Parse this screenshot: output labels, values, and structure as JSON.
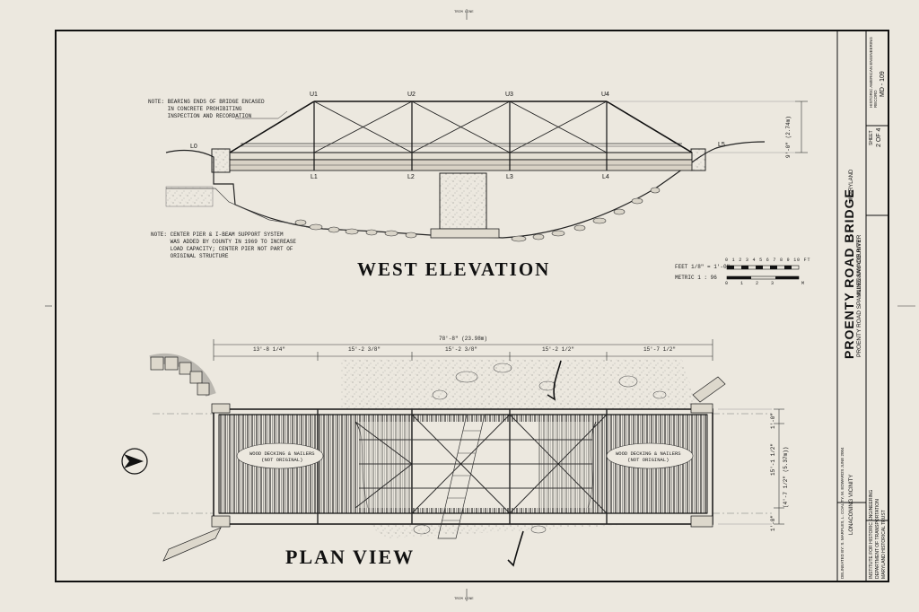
{
  "sheet": {
    "trim_line_top": "TRIM LINE",
    "trim_line_bottom": "TRIM LINE"
  },
  "elevation": {
    "title": "WEST ELEVATION",
    "note_bearing": "NOTE: BEARING ENDS OF BRIDGE ENCASED\n      IN CONCRETE PROHIBITING\n      INSPECTION AND RECORDATION",
    "note_pier": "NOTE: CENTER PIER & I-BEAM SUPPORT SYSTEM\n      WAS ADDED BY COUNTY IN 1969 TO INCREASE\n      LOAD CAPACITY; CENTER PIER NOT PART OF\n      ORIGINAL STRUCTURE",
    "nodes_top": [
      "U1",
      "U2",
      "U3",
      "U4"
    ],
    "nodes_bottom": [
      "L1",
      "L2",
      "L3",
      "L4"
    ],
    "end_left": "L0",
    "end_right": "L5",
    "height_dim": "9'-0\" (2.74m)"
  },
  "scale": {
    "feet_label": "FEET  1/8\" = 1'-0\"",
    "metric_label": "METRIC  1 : 96",
    "feet_ticks": [
      "0",
      "1",
      "2",
      "3",
      "4",
      "5",
      "6",
      "7",
      "8",
      "9",
      "10 FT"
    ],
    "metric_ticks": [
      "0",
      "1",
      "2",
      "3 M"
    ]
  },
  "plan": {
    "title": "PLAN VIEW",
    "overall_dim": "78'-8\" (23.98m)",
    "bay_dims": [
      "13'-8 1/4\"",
      "15'-2 3/8\"",
      "15'-2 3/8\"",
      "15'-2 1/2\"",
      "15'-7 1/2\""
    ],
    "deck_label_left": "WOOD DECKING & NAILERS\n(NOT ORIGINAL)",
    "deck_label_right": "WOOD DECKING & NAILERS\n(NOT ORIGINAL)",
    "right_dims": [
      "1'-0\"",
      "15'-1 1/2\"",
      "(4'-7 1/2\" (5.37m))",
      "1'-0\""
    ]
  },
  "title_block": {
    "bridge_name": "PROENTY ROAD BRIDGE",
    "subtitle": "PROENTY ROAD SPANNING SAVAGE RIVER",
    "county": "ALLEGANY COUNTY",
    "town": "LONACONING VICINITY",
    "state": "MARYLAND",
    "sheet_label": "SHEET",
    "sheet_num": "2 OF 4",
    "survey": "HISTORIC AMERICAN ENGINEERING RECORD",
    "survey_num": "MD - 109",
    "delineated": "DELINEATED BY: S. MARPLES, L. COALITY, M. EDWARDS     JUNE 2004",
    "institute": "INSTITUTE FOR HISTORIC ENGINEERING",
    "institute2": "DEPARTMENT OF TRANSPORTATION",
    "institute3": "MARYLAND HISTORICAL TRUST"
  }
}
